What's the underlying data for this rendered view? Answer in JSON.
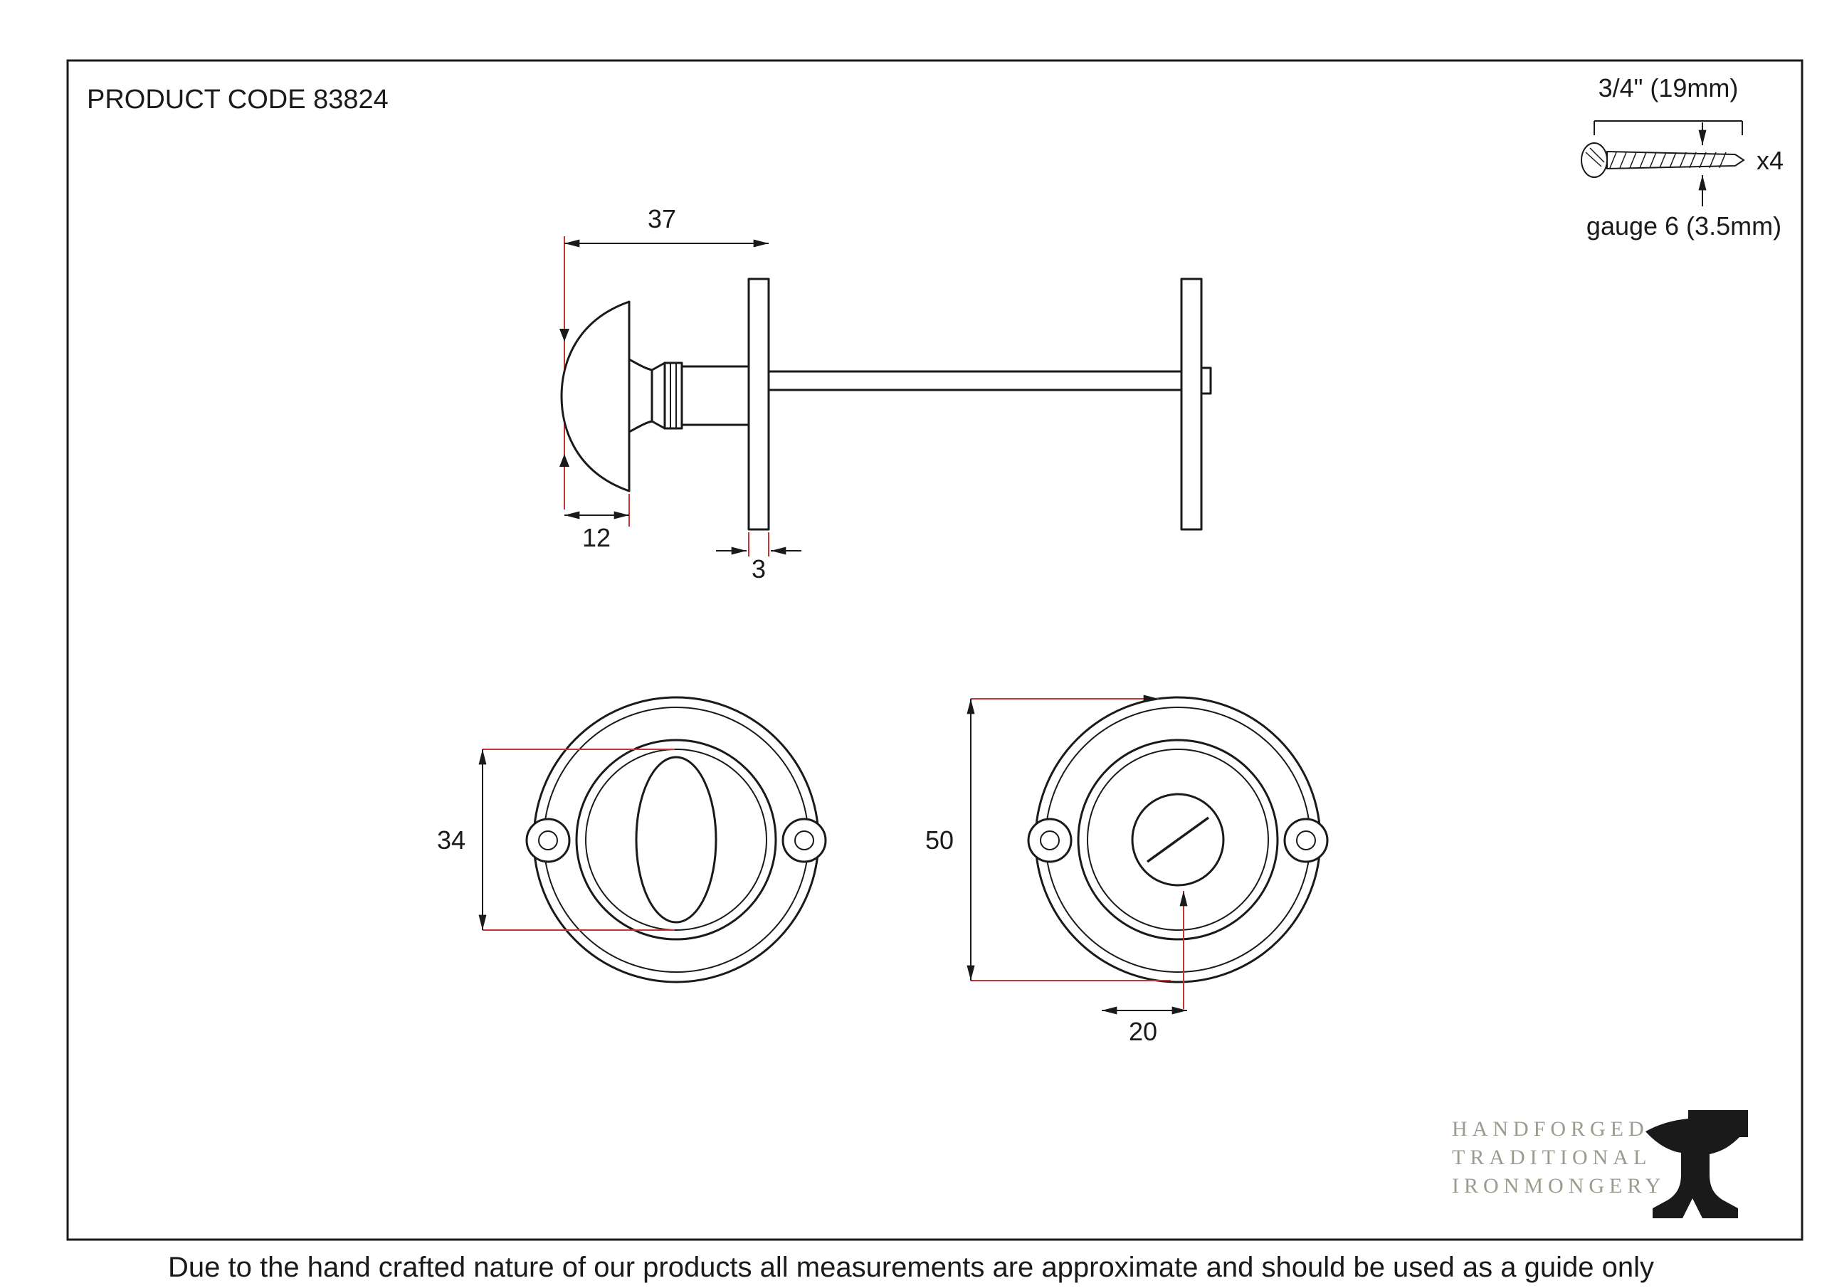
{
  "page": {
    "product_code": "PRODUCT CODE 83824",
    "footer_note": "Due to the hand crafted nature of our products all measurements are approximate and should be used as a guide only"
  },
  "screw": {
    "length": "3/4\" (19mm)",
    "quantity": "x4",
    "gauge": "gauge 6 (3.5mm)"
  },
  "dimensions": {
    "projection": "37",
    "knob_depth": "12",
    "rose_thickness": "3",
    "inner_ring_diameter": "34",
    "rose_diameter": "50",
    "release_hub_diameter": "20"
  },
  "branding": {
    "line1": "HANDFORGED",
    "line2": "TRADITIONAL",
    "line3": "IRONMONGERY"
  },
  "colors": {
    "line": "#1a1a1a",
    "dimension_accent": "#c83232",
    "brand_text": "#9b9b8e"
  }
}
